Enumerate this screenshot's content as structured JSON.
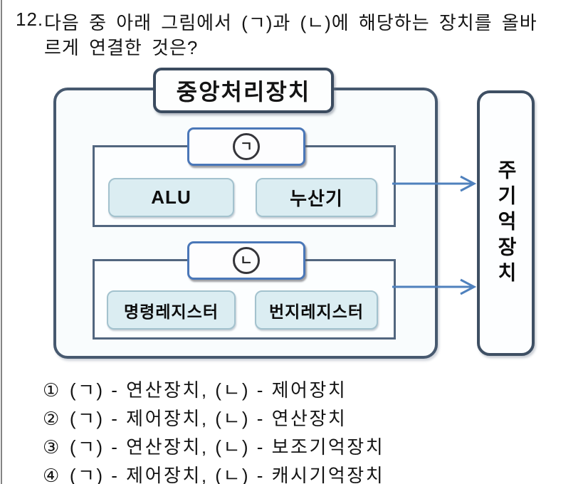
{
  "question": {
    "number": "12.",
    "line1": "다음 중 아래 그림에서 (ㄱ)과 (ㄴ)에 해당하는 장치를 올바",
    "line2": "르게 연결한 것은?"
  },
  "diagram": {
    "cpu_title": "중앙처리장치",
    "memory_label": "주기억장치",
    "group1": {
      "label": "ㄱ",
      "box1": "ALU",
      "box2": "누산기"
    },
    "group2": {
      "label": "ㄴ",
      "box1": "명령레지스터",
      "box2": "번지레지스터"
    }
  },
  "options": [
    {
      "num": "①",
      "text": "(ㄱ) - 연산장치, (ㄴ) - 제어장치"
    },
    {
      "num": "②",
      "text": "(ㄱ) - 제어장치, (ㄴ) - 연산장치"
    },
    {
      "num": "③",
      "text": "(ㄱ) - 연산장치, (ㄴ) - 보조기억장치"
    },
    {
      "num": "④",
      "text": "(ㄱ) - 제어장치, (ㄴ) - 캐시기억장치"
    }
  ],
  "colors": {
    "arrow_blue": "#4f81bd",
    "component_fill": "#dbedf2",
    "label_border_blue": "#4a77b8",
    "dark_slate_border": "#3e4f63",
    "cpu_border": "#47596f"
  }
}
